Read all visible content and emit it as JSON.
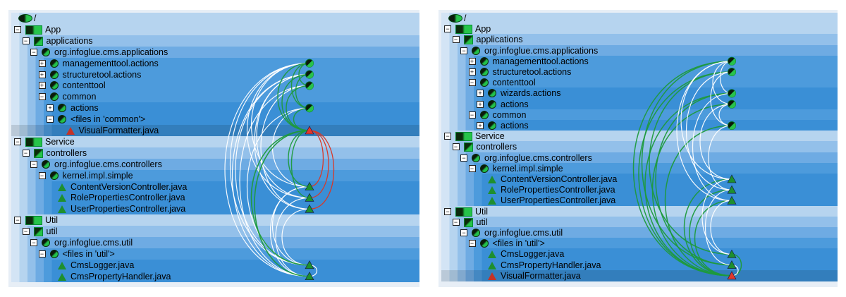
{
  "colors": {
    "band_1": "#d3e4f5",
    "band_2": "#b6d4ef",
    "band_3": "#93c0ea",
    "band_4": "#6eabe3",
    "band_5": "#4d9bdc",
    "band_6": "#3a8fd6",
    "edge_white": "#ffffff",
    "edge_green": "#1e9a3c",
    "edge_red": "#d63a2a",
    "node_green": "#1e8f2f",
    "node_red": "#e0392b"
  },
  "left_tree": [
    {
      "label": "/",
      "depth": 0,
      "kind": "root"
    },
    {
      "label": "App",
      "depth": 0,
      "kind": "module",
      "toggle": "⊟"
    },
    {
      "label": "applications",
      "depth": 1,
      "kind": "folder",
      "toggle": "⊟"
    },
    {
      "label": "org.infoglue.cms.applications",
      "depth": 2,
      "kind": "package",
      "toggle": "⊟"
    },
    {
      "label": "managementtool.actions",
      "depth": 3,
      "kind": "package",
      "toggle": "⊞"
    },
    {
      "label": "structuretool.actions",
      "depth": 3,
      "kind": "package",
      "toggle": "⊞"
    },
    {
      "label": "contenttool",
      "depth": 3,
      "kind": "package",
      "toggle": "⊞"
    },
    {
      "label": "common",
      "depth": 3,
      "kind": "package",
      "toggle": "⊟"
    },
    {
      "label": "actions",
      "depth": 4,
      "kind": "package",
      "toggle": "⊞"
    },
    {
      "label": "<files in 'common'>",
      "depth": 4,
      "kind": "package",
      "toggle": "⊟"
    },
    {
      "label": "VisualFormatter.java",
      "depth": 5,
      "kind": "file-red"
    },
    {
      "label": "Service",
      "depth": 0,
      "kind": "module",
      "toggle": "⊟"
    },
    {
      "label": "controllers",
      "depth": 1,
      "kind": "folder",
      "toggle": "⊟"
    },
    {
      "label": "org.infoglue.cms.controllers",
      "depth": 2,
      "kind": "package",
      "toggle": "⊟"
    },
    {
      "label": "kernel.impl.simple",
      "depth": 3,
      "kind": "package",
      "toggle": "⊟"
    },
    {
      "label": "ContentVersionController.java",
      "depth": 4,
      "kind": "file"
    },
    {
      "label": "RolePropertiesController.java",
      "depth": 4,
      "kind": "file"
    },
    {
      "label": "UserPropertiesController.java",
      "depth": 4,
      "kind": "file"
    },
    {
      "label": "Util",
      "depth": 0,
      "kind": "module",
      "toggle": "⊟"
    },
    {
      "label": "util",
      "depth": 1,
      "kind": "folder",
      "toggle": "⊟"
    },
    {
      "label": "org.infoglue.cms.util",
      "depth": 2,
      "kind": "package",
      "toggle": "⊟"
    },
    {
      "label": "<files in 'util'>",
      "depth": 3,
      "kind": "package",
      "toggle": "⊟"
    },
    {
      "label": "CmsLogger.java",
      "depth": 4,
      "kind": "file"
    },
    {
      "label": "CmsPropertyHandler.java",
      "depth": 4,
      "kind": "file"
    }
  ],
  "right_tree": [
    {
      "label": "/",
      "depth": 0,
      "kind": "root"
    },
    {
      "label": "App",
      "depth": 0,
      "kind": "module",
      "toggle": "⊟"
    },
    {
      "label": "applications",
      "depth": 1,
      "kind": "folder",
      "toggle": "⊟"
    },
    {
      "label": "org.infoglue.cms.applications",
      "depth": 2,
      "kind": "package",
      "toggle": "⊟"
    },
    {
      "label": "managementtool.actions",
      "depth": 3,
      "kind": "package",
      "toggle": "⊞"
    },
    {
      "label": "structuretool.actions",
      "depth": 3,
      "kind": "package",
      "toggle": "⊞"
    },
    {
      "label": "contenttool",
      "depth": 3,
      "kind": "package",
      "toggle": "⊟"
    },
    {
      "label": "wizards.actions",
      "depth": 4,
      "kind": "package",
      "toggle": "⊞"
    },
    {
      "label": "actions",
      "depth": 4,
      "kind": "package",
      "toggle": "⊞"
    },
    {
      "label": "common",
      "depth": 3,
      "kind": "package",
      "toggle": "⊟"
    },
    {
      "label": "actions",
      "depth": 4,
      "kind": "package",
      "toggle": "⊞"
    },
    {
      "label": "Service",
      "depth": 0,
      "kind": "module",
      "toggle": "⊟"
    },
    {
      "label": "controllers",
      "depth": 1,
      "kind": "folder",
      "toggle": "⊟"
    },
    {
      "label": "org.infoglue.cms.controllers",
      "depth": 2,
      "kind": "package",
      "toggle": "⊟"
    },
    {
      "label": "kernel.impl.simple",
      "depth": 3,
      "kind": "package",
      "toggle": "⊟"
    },
    {
      "label": "ContentVersionController.java",
      "depth": 4,
      "kind": "file"
    },
    {
      "label": "RolePropertiesController.java",
      "depth": 4,
      "kind": "file"
    },
    {
      "label": "UserPropertiesController.java",
      "depth": 4,
      "kind": "file"
    },
    {
      "label": "Util",
      "depth": 0,
      "kind": "module",
      "toggle": "⊟"
    },
    {
      "label": "util",
      "depth": 1,
      "kind": "folder",
      "toggle": "⊟"
    },
    {
      "label": "org.infoglue.cms.util",
      "depth": 2,
      "kind": "package",
      "toggle": "⊟"
    },
    {
      "label": "<files in 'util'>",
      "depth": 3,
      "kind": "package",
      "toggle": "⊟"
    },
    {
      "label": "CmsLogger.java",
      "depth": 4,
      "kind": "file"
    },
    {
      "label": "CmsPropertyHandler.java",
      "depth": 4,
      "kind": "file"
    },
    {
      "label": "VisualFormatter.java",
      "depth": 4,
      "kind": "file-red"
    }
  ]
}
